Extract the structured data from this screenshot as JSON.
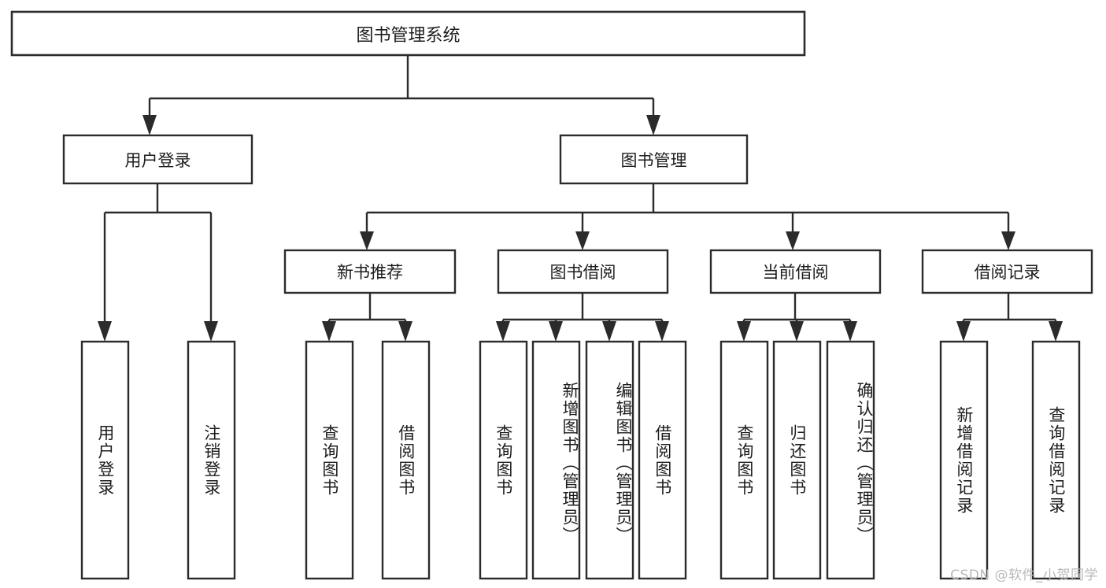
{
  "diagram": {
    "type": "tree",
    "title": "图书管理系统",
    "root": {
      "id": "root",
      "label": "图书管理系统",
      "orientation": "horizontal"
    },
    "level1": [
      {
        "id": "user-login",
        "label": "用户登录",
        "orientation": "horizontal"
      },
      {
        "id": "book-manage",
        "label": "图书管理",
        "orientation": "horizontal"
      }
    ],
    "level2": [
      {
        "id": "new-book-recommend",
        "label": "新书推荐",
        "orientation": "horizontal",
        "parent": "book-manage"
      },
      {
        "id": "book-borrow",
        "label": "图书借阅",
        "orientation": "horizontal",
        "parent": "book-manage"
      },
      {
        "id": "current-borrow",
        "label": "当前借阅",
        "orientation": "horizontal",
        "parent": "book-manage"
      },
      {
        "id": "borrow-record",
        "label": "借阅记录",
        "orientation": "horizontal",
        "parent": "book-manage"
      }
    ],
    "leaves": [
      {
        "id": "leaf-user-login",
        "label": "用户登录",
        "orientation": "vertical",
        "parent": "user-login"
      },
      {
        "id": "leaf-logout",
        "label": "注销登录",
        "orientation": "vertical",
        "parent": "user-login"
      },
      {
        "id": "leaf-query-book-1",
        "label": "查询图书",
        "orientation": "vertical",
        "parent": "new-book-recommend"
      },
      {
        "id": "leaf-borrow-book-1",
        "label": "借阅图书",
        "orientation": "vertical",
        "parent": "new-book-recommend"
      },
      {
        "id": "leaf-query-book-2",
        "label": "查询图书",
        "orientation": "vertical",
        "parent": "book-borrow"
      },
      {
        "id": "leaf-add-book",
        "label": "新增图书（管理员）",
        "orientation": "vertical",
        "parent": "book-borrow"
      },
      {
        "id": "leaf-edit-book",
        "label": "编辑图书（管理员）",
        "orientation": "vertical",
        "parent": "book-borrow"
      },
      {
        "id": "leaf-borrow-book-2",
        "label": "借阅图书",
        "orientation": "vertical",
        "parent": "book-borrow"
      },
      {
        "id": "leaf-query-book-3",
        "label": "查询图书",
        "orientation": "vertical",
        "parent": "current-borrow"
      },
      {
        "id": "leaf-return-book",
        "label": "归还图书",
        "orientation": "vertical",
        "parent": "current-borrow"
      },
      {
        "id": "leaf-confirm-return",
        "label": "确认归还（管理员）",
        "orientation": "vertical",
        "parent": "current-borrow"
      },
      {
        "id": "leaf-add-record",
        "label": "新增借阅记录",
        "orientation": "vertical",
        "parent": "borrow-record"
      },
      {
        "id": "leaf-query-record",
        "label": "查询借阅记录",
        "orientation": "vertical",
        "parent": "borrow-record"
      }
    ],
    "colors": {
      "background": "#ffffff",
      "box_fill": "#ffffff",
      "box_stroke": "#2b2b2b",
      "text": "#1c1c1c",
      "watermark": "#b9b9b9"
    }
  },
  "watermark": {
    "text": "CSDN @软件_小贺同学"
  }
}
